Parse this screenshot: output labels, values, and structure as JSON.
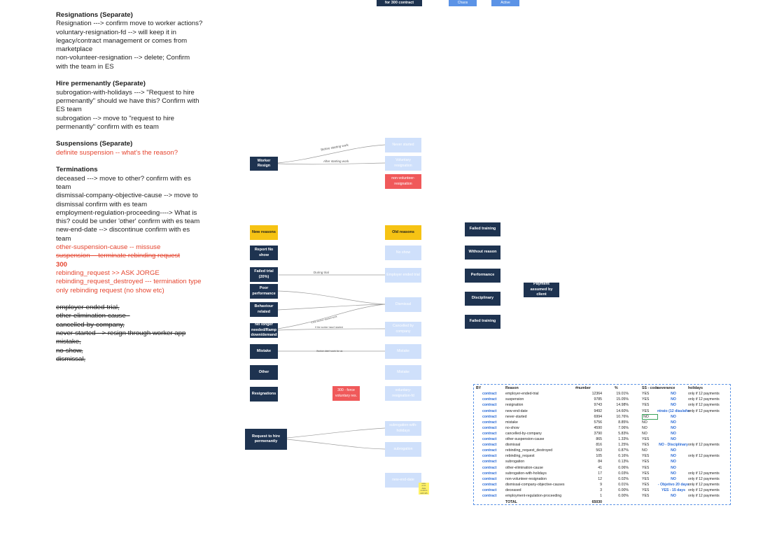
{
  "notes": {
    "resignations": {
      "heading": "Resignations (Separate)",
      "lines": [
        "Resignation ---> confirm move to worker actions?",
        "voluntary-resignation-fd --> will keep it in legacy/contract management or comes from marketplace",
        "non-volunteer-resignation --> delete; Confirm with the team in ES"
      ]
    },
    "hire": {
      "heading": "Hire permenantly (Separate)",
      "lines": [
        "subrogation-with-holidays ---> \"Request to hire permenantly\" should we have this? Confirm with ES team",
        "subrogation --> move to \"request to hire permenantly\" confirm with es team"
      ]
    },
    "suspensions": {
      "heading": "Suspensions (Separate)",
      "line": "definite suspension -- what's the reason?"
    },
    "terminations": {
      "heading": "Terminations",
      "lines": [
        "deceased ---> move to other? confirm with es team",
        "dismissal-company-objective-cause --> move to dismissal confirm with es team",
        "employment-regulation-proceeding----> What is this? could be under 'other' confirm with es team",
        "new-end-date --> discontinue confirm with es team"
      ],
      "red_1": "other-suspension-cause -- missuse",
      "red_strike": "suspension -- terminate rebinding request",
      "red_bold": "300",
      "red_2": "rebinding_request >> ASK JORGE",
      "red_3": "rebinding_request_destroyed --- termination type",
      "red_4": "only rebinding request (no show etc)"
    },
    "struck": [
      "employer-ended-trial,",
      "other-elimination-cause -",
      "cancelled-by-company,",
      "never-started --> resign through worker app",
      "mistake,",
      "no-show,",
      "dismissal,"
    ]
  },
  "diagram": {
    "top_boxes": {
      "contract": "for 300 contract",
      "blue1": "Chaos",
      "blue2": "Active"
    },
    "worker_resign": "Worker Resign",
    "never_started": "Never started",
    "voluntary_resignation": "Voluntary resignation",
    "non_volunteer_resignation": "non-volunteer-resignation",
    "label_before": "Before starting work",
    "label_after": "After starting work",
    "new_reasons": "New reasons",
    "old_reasons": "Old reasons",
    "left_reasons": [
      "Report No show",
      "Failed trial (20%)",
      "Poor performance",
      "Behaviour related",
      "No longer needed/Ramp down/demand",
      "Mistake",
      "Other",
      "Resignations"
    ],
    "right_reasons": [
      "No show",
      "Employer ended trial",
      "Dismissal",
      "Cancelled by company",
      "Mistake",
      "Mistake",
      "voluntary-resignation-fd"
    ],
    "label_during_trial": "During trial",
    "label_worker_started": "If the worker started work",
    "label_worker_not_started": "If the worker hasn't started",
    "label_didnt_work": "Worker didn't work for us",
    "force_voluntary": "300 - force voluntary res.",
    "request_hire": "Request to hire permenantly",
    "subrogation_holidays": "subrogation-with-holidays",
    "subrogation": "subrogation",
    "new_end_date": "new-end-date",
    "sticky_note": "new-end-date confirm with ES",
    "dismissal_types": [
      "Failed training",
      "Without reason",
      "Performance",
      "Disciplinary",
      "Failed training"
    ],
    "payment_assumed": "Payment assumed by client"
  },
  "table": {
    "headers": {
      "by": "BY",
      "reason": "Reason",
      "number": "#number",
      "pct": "%",
      "ss": "SS - code",
      "severance": "severance",
      "holidays": "holidays"
    },
    "rows": [
      {
        "by": "contract",
        "reason": "employer-ended-trial",
        "number": "12364",
        "pct": "19.01%",
        "ss": "YES",
        "severance": "NO",
        "holidays": "only if 12 payments"
      },
      {
        "by": "contract",
        "reason": "suspension",
        "number": "9785",
        "pct": "15.05%",
        "ss": "YES",
        "severance": "NO",
        "holidays": "only if 12 payments"
      },
      {
        "by": "contract",
        "reason": "resignation",
        "number": "9743",
        "pct": "14.98%",
        "ss": "YES",
        "severance": "NO",
        "holidays": "only if 12 payments"
      },
      {
        "by": "contract",
        "reason": "new-end-date",
        "number": "9492",
        "pct": "14.60%",
        "ss": "YES",
        "severance": "ntrato (12 días/año)",
        "holidays": "only if 12 payments"
      },
      {
        "by": "contract",
        "reason": "never-started",
        "number": "6994",
        "pct": "10.76%",
        "ss": "NO",
        "severance": "NO",
        "holidays": ""
      },
      {
        "by": "contract",
        "reason": "mistake",
        "number": "5756",
        "pct": "8.85%",
        "ss": "NO",
        "severance": "NO",
        "holidays": ""
      },
      {
        "by": "contract",
        "reason": "no-show",
        "number": "4590",
        "pct": "7.06%",
        "ss": "NO",
        "severance": "NO",
        "holidays": ""
      },
      {
        "by": "contract",
        "reason": "cancelled-by-company",
        "number": "3790",
        "pct": "5.83%",
        "ss": "NO",
        "severance": "NO",
        "holidays": ""
      },
      {
        "by": "contract",
        "reason": "other-suspension-cause",
        "number": "865",
        "pct": "1.33%",
        "ss": "YES",
        "severance": "NO",
        "holidays": ""
      },
      {
        "by": "contract",
        "reason": "dismissal",
        "number": "816",
        "pct": "1.25%",
        "ss": "YES",
        "severance": "NO - Disciplinary",
        "holidays": "only if 12 payments"
      },
      {
        "by": "contract",
        "reason": "rebinding_request_destroyed",
        "number": "563",
        "pct": "0.87%",
        "ss": "NO",
        "severance": "NO",
        "holidays": ""
      },
      {
        "by": "contract",
        "reason": "rebinding_request",
        "number": "105",
        "pct": "0.16%",
        "ss": "YES",
        "severance": "NO",
        "holidays": "only if 12 payments"
      },
      {
        "by": "contract",
        "reason": "subrogation",
        "number": "84",
        "pct": "0.13%",
        "ss": "YES",
        "severance": "NO",
        "holidays": ""
      },
      {
        "by": "contract",
        "reason": "other-elimination-cause",
        "number": "41",
        "pct": "0.06%",
        "ss": "YES",
        "severance": "NO",
        "holidays": ""
      },
      {
        "by": "contract",
        "reason": "subrogation-with-holidays",
        "number": "17",
        "pct": "0.03%",
        "ss": "YES",
        "severance": "NO",
        "holidays": "only if 12 payments"
      },
      {
        "by": "contract",
        "reason": "non-volunteer-resignation",
        "number": "12",
        "pct": "0.02%",
        "ss": "YES",
        "severance": "NO",
        "holidays": "only if 12 payments"
      },
      {
        "by": "contract",
        "reason": "dismissal-company-objective-causes",
        "number": "9",
        "pct": "0.01%",
        "ss": "YES",
        "severance": "- Objetivo 20 days",
        "holidays": "only if 12 payments"
      },
      {
        "by": "contract",
        "reason": "deceased",
        "number": "3",
        "pct": "0.00%",
        "ss": "YES",
        "severance": "YES - 15 days",
        "holidays": "only if 12 payments"
      },
      {
        "by": "contract",
        "reason": "employment-regulation-proceeding",
        "number": "1",
        "pct": "0.00%",
        "ss": "YES",
        "severance": "NO",
        "holidays": "only if 12 payments"
      }
    ],
    "total_label": "TOTAL",
    "total_value": "65030"
  }
}
